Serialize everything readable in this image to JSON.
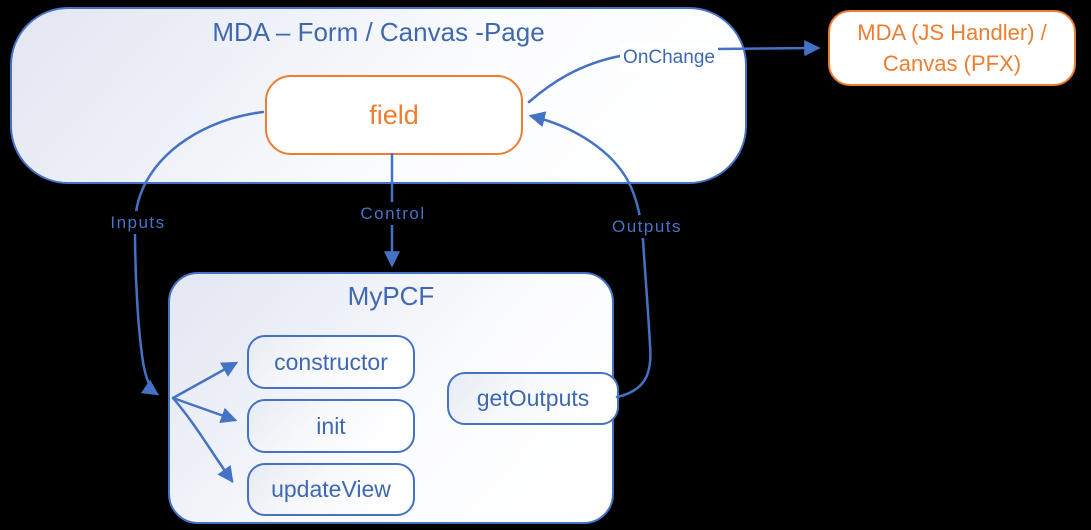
{
  "colors": {
    "background": "#000000",
    "blue_line": "#4472C4",
    "blue_text": "#3E68B0",
    "edge_label_blue": "#4573C8",
    "orange": "#ED7D31",
    "container_fill_start": "#e3e6f1",
    "container_fill_end": "#ffffff"
  },
  "diagram": {
    "mda_box": {
      "title": "MDA – Form / Canvas -Page"
    },
    "field_box": {
      "label": "field"
    },
    "handler_box": {
      "line1": "MDA (JS Handler) /",
      "line2": "Canvas (PFX)"
    },
    "mypcf_box": {
      "title": "MyPCF",
      "methods": [
        "constructor",
        "init",
        "updateView"
      ],
      "get_outputs": "getOutputs"
    },
    "edge_labels": {
      "inputs": "Inputs",
      "control": "Control",
      "outputs": "Outputs",
      "onchange": "OnChange"
    }
  }
}
